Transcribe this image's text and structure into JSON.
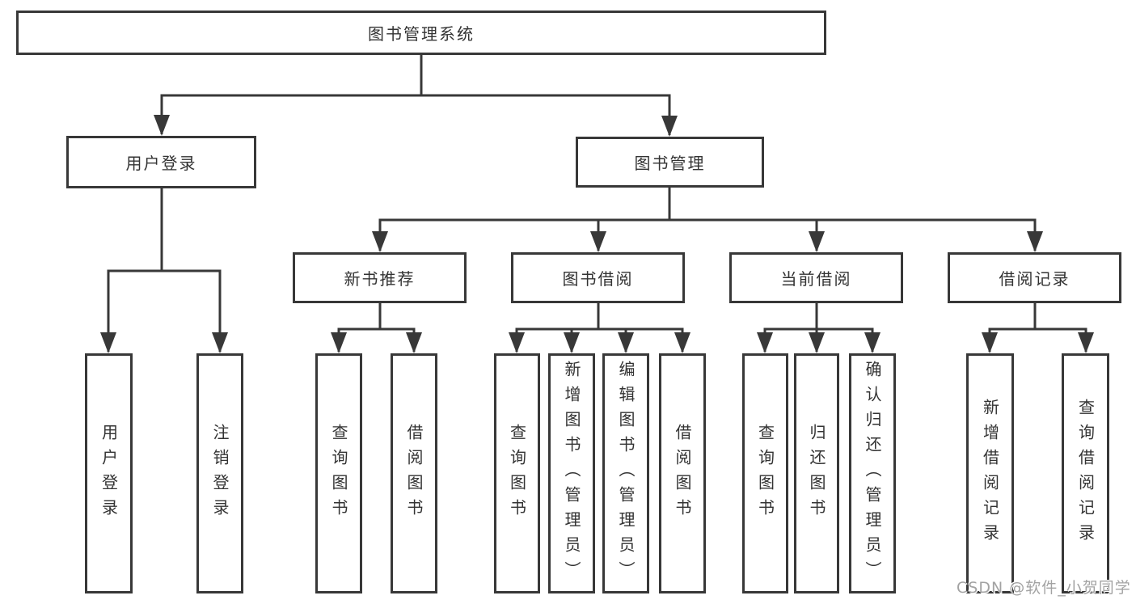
{
  "tree": {
    "root": "图书管理系统",
    "branches": [
      {
        "label": "用户登录",
        "children": [
          "用户登录",
          "注销登录"
        ]
      },
      {
        "label": "图书管理",
        "children": [
          {
            "label": "新书推荐",
            "children": [
              "查询图书",
              "借阅图书"
            ]
          },
          {
            "label": "图书借阅",
            "children": [
              "查询图书",
              "新增图书（管理员）",
              "编辑图书（管理员）",
              "借阅图书"
            ]
          },
          {
            "label": "当前借阅",
            "children": [
              "查询图书",
              "归还图书",
              "确认归还（管理员）"
            ]
          },
          {
            "label": "借阅记录",
            "children": [
              "新增借阅记录",
              "查询借阅记录"
            ]
          }
        ]
      }
    ]
  },
  "watermark": {
    "text": "CSDN @软件_小贺同学"
  },
  "colors": {
    "line": "#383838",
    "text": "#333333",
    "background": "#ffffff",
    "watermark": "#a3a3a3"
  }
}
